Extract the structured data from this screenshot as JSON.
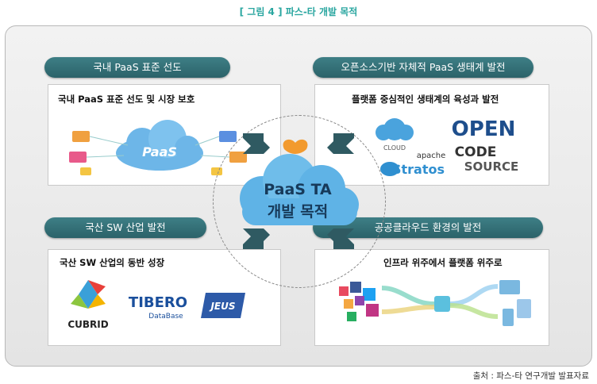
{
  "figure_title": "[ 그림 4 ] 파스-타 개발 목적",
  "center": {
    "line1": "PaaS TA",
    "line2": "개발 목적"
  },
  "quadrants": {
    "top_left": {
      "pill": "국내 PaaS 표준 선도",
      "heading": "국내 PaaS 표준 선도 및 시장 보호",
      "cloud_label": "PaaS"
    },
    "top_right": {
      "pill": "오픈소스기반 자체적 PaaS 생태계 발전",
      "heading": "플랫폼 중심적인 생태계의 육성과 발전",
      "logos": {
        "cloud": "CLOUD",
        "apache": "apache",
        "stratos": "Stratos",
        "open": "OPEN",
        "code": "CODE",
        "source": "SOURCE"
      }
    },
    "bottom_left": {
      "pill": "국산 SW 산업 발전",
      "heading": "국산 SW 산업의 동반 성장",
      "logos": {
        "cubrid": "CUBRID",
        "tibero": "TIBERO",
        "tibero_sub": "DataBase",
        "jeus": "JEUS"
      }
    },
    "bottom_right": {
      "pill": "공공클라우드 환경의 발전",
      "heading": "인프라 위주에서 플랫폼 위주로"
    }
  },
  "source_note": "출처 : 파스-타 연구개발 발표자료",
  "colors": {
    "accent": "#2aa6a0",
    "pill": "#2f6b72",
    "arrow": "#2f5a62",
    "cloud": "#5fb3e6"
  }
}
